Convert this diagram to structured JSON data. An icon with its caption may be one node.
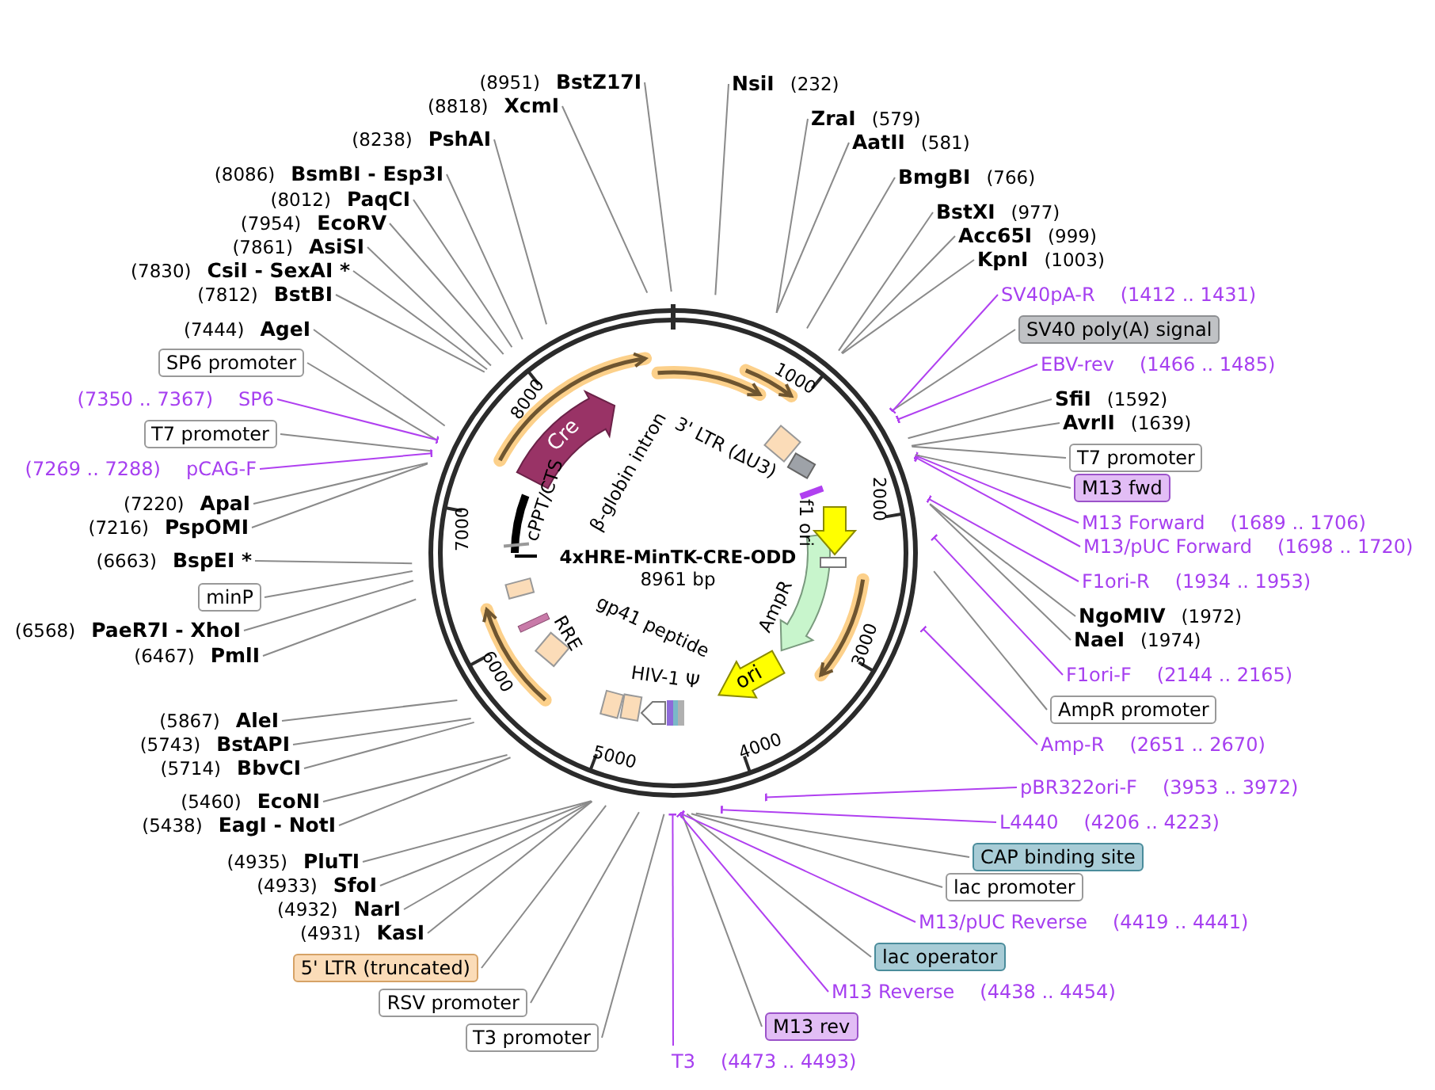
{
  "diagram": {
    "title": "4xHRE-MinTK-CRE-ODD",
    "nodes": [
      {
        "text": [
          "(8951)",
          "BstZ17I"
        ]
      },
      {
        "text": [
          "(8818)",
          "XcmI"
        ]
      },
      {
        "text": [
          "(8238)",
          "PshAI"
        ]
      },
      {
        "text": [
          "(8086)",
          "BsmBI - Esp3I"
        ]
      },
      {
        "text": [
          "(8012)",
          "PaqCI"
        ]
      },
      {
        "text": [
          "(7954)",
          "EcoRV"
        ]
      },
      {
        "text": [
          "(7861)",
          "AsiSI"
        ]
      },
      {
        "text": [
          "(7830)",
          "CsiI - SexAI *"
        ]
      },
      {
        "text": [
          "(7812)",
          "BstBI"
        ]
      },
      {
        "text": [
          "(7444)",
          "AgeI"
        ]
      },
      {
        "text": [
          "SP6 promoter"
        ]
      },
      {
        "text": [
          "(7350 .. 7367)",
          "SP6"
        ]
      },
      {
        "text": [
          "T7 promoter"
        ]
      },
      {
        "text": [
          "(7269 .. 7288)",
          "pCAG-F"
        ]
      },
      {
        "text": [
          "(7220)",
          "ApaI"
        ]
      },
      {
        "text": [
          "(7216)",
          "PspOMI"
        ]
      },
      {
        "text": [
          "(6663)",
          "BspEI *"
        ]
      },
      {
        "text": [
          "minP"
        ]
      },
      {
        "text": [
          "(6568)",
          "PaeR7I - XhoI"
        ]
      },
      {
        "text": [
          "(6467)",
          "PmlI"
        ]
      },
      {
        "text": [
          "(5867)",
          "AleI"
        ]
      },
      {
        "text": [
          "(5743)",
          "BstAPI"
        ]
      },
      {
        "text": [
          "(5714)",
          "BbvCI"
        ]
      },
      {
        "text": [
          "(5460)",
          "EcoNI"
        ]
      },
      {
        "text": [
          "(5438)",
          "EagI - NotI"
        ]
      },
      {
        "text": [
          "(4935)",
          "PluTI"
        ]
      },
      {
        "text": [
          "(4933)",
          "SfoI"
        ]
      },
      {
        "text": [
          "(4932)",
          "NarI"
        ]
      },
      {
        "text": [
          "(4931)",
          "KasI"
        ]
      },
      {
        "text": [
          "5' LTR (truncated)"
        ]
      },
      {
        "text": [
          "RSV promoter"
        ]
      },
      {
        "text": [
          "T3 promoter"
        ]
      },
      {
        "text": [
          "T3",
          "(4473 .. 4493)"
        ]
      },
      {
        "text": [
          "M13 rev"
        ]
      },
      {
        "text": [
          "M13 Reverse",
          "(4438 .. 4454)"
        ]
      },
      {
        "text": [
          "lac operator"
        ]
      },
      {
        "text": [
          "M13/pUC Reverse",
          "(4419 .. 4441)"
        ]
      },
      {
        "text": [
          "lac promoter"
        ]
      },
      {
        "text": [
          "CAP binding site"
        ]
      },
      {
        "text": [
          "L4440",
          "(4206 .. 4223)"
        ]
      },
      {
        "text": [
          "pBR322ori-F",
          "(3953 .. 3972)"
        ]
      },
      {
        "text": [
          "Amp-R",
          "(2651 .. 2670)"
        ]
      },
      {
        "text": [
          "AmpR promoter"
        ]
      },
      {
        "text": [
          "F1ori-F",
          "(2144 .. 2165)"
        ]
      },
      {
        "text": [
          "NaeI",
          "(1974)"
        ]
      },
      {
        "text": [
          "NgoMIV",
          "(1972)"
        ]
      },
      {
        "text": [
          "F1ori-R",
          "(1934 .. 1953)"
        ]
      },
      {
        "text": [
          "M13/pUC Forward",
          "(1698 .. 1720)"
        ]
      },
      {
        "text": [
          "M13 Forward",
          "(1689 .. 1706)"
        ]
      },
      {
        "text": [
          "M13 fwd"
        ]
      },
      {
        "text": [
          "T7 promoter"
        ]
      },
      {
        "text": [
          "AvrII",
          "(1639)"
        ]
      },
      {
        "text": [
          "SfiI",
          "(1592)"
        ]
      },
      {
        "text": [
          "EBV-rev",
          "(1466 .. 1485)"
        ]
      },
      {
        "text": [
          "SV40 poly(A) signal"
        ]
      },
      {
        "text": [
          "SV40pA-R",
          "(1412 .. 1431)"
        ]
      },
      {
        "text": [
          "KpnI",
          "(1003)"
        ]
      },
      {
        "text": [
          "Acc65I",
          "(999)"
        ]
      },
      {
        "text": [
          "BstXI",
          "(977)"
        ]
      },
      {
        "text": [
          "BmgBI",
          "(766)"
        ]
      },
      {
        "text": [
          "AatII",
          "(581)"
        ]
      },
      {
        "text": [
          "ZraI",
          "(579)"
        ]
      },
      {
        "text": [
          "NsiI",
          "(232)"
        ]
      },
      {
        "text": [
          "Cre"
        ]
      },
      {
        "text": [
          "ori"
        ]
      }
    ],
    "edges": [
      {
        "from": 0,
        "to": null,
        "arrow": "none"
      },
      {
        "from": 1,
        "to": null,
        "arrow": "none"
      },
      {
        "from": 2,
        "to": null,
        "arrow": "none"
      },
      {
        "from": 3,
        "to": null,
        "arrow": "none"
      },
      {
        "from": 4,
        "to": null,
        "arrow": "none"
      },
      {
        "from": 5,
        "to": null,
        "arrow": "none"
      },
      {
        "from": 6,
        "to": null,
        "arrow": "none"
      },
      {
        "from": 7,
        "to": null,
        "arrow": "none"
      },
      {
        "from": 8,
        "to": null,
        "arrow": "none"
      },
      {
        "from": 9,
        "to": null,
        "arrow": "none"
      },
      {
        "from": 10,
        "to": null,
        "arrow": "none"
      },
      {
        "from": 11,
        "to": null,
        "arrow": "other",
        "color": "#b040f0"
      },
      {
        "from": 12,
        "to": null,
        "arrow": "none"
      },
      {
        "from": 13,
        "to": null,
        "arrow": "other",
        "color": "#b040f0"
      },
      {
        "from": 14,
        "to": null,
        "arrow": "none"
      },
      {
        "from": 15,
        "to": null,
        "arrow": "none"
      },
      {
        "from": 16,
        "to": null,
        "arrow": "none"
      },
      {
        "from": 17,
        "to": null,
        "arrow": "none"
      },
      {
        "from": 18,
        "to": null,
        "arrow": "none"
      },
      {
        "from": 19,
        "to": null,
        "arrow": "none"
      },
      {
        "from": 20,
        "to": null,
        "arrow": "none"
      },
      {
        "from": 21,
        "to": null,
        "arrow": "none"
      },
      {
        "from": 22,
        "to": null,
        "arrow": "none"
      },
      {
        "from": 23,
        "to": null,
        "arrow": "none"
      },
      {
        "from": 24,
        "to": null,
        "arrow": "none"
      },
      {
        "from": 25,
        "to": null,
        "arrow": "none"
      },
      {
        "from": 26,
        "to": null,
        "arrow": "none"
      },
      {
        "from": 27,
        "to": null,
        "arrow": "none"
      },
      {
        "from": 28,
        "to": null,
        "arrow": "none"
      },
      {
        "from": 29,
        "to": null,
        "arrow": "none"
      },
      {
        "from": 30,
        "to": null,
        "arrow": "none"
      },
      {
        "from": 31,
        "to": null,
        "arrow": "none"
      },
      {
        "from": 32,
        "to": null,
        "arrow": "other",
        "color": "#b040f0"
      },
      {
        "from": 33,
        "to": null,
        "arrow": "none"
      },
      {
        "from": 34,
        "to": null,
        "arrow": "other",
        "color": "#b040f0"
      },
      {
        "from": 35,
        "to": null,
        "arrow": "none"
      },
      {
        "from": 36,
        "to": null,
        "arrow": "other",
        "color": "#b040f0"
      },
      {
        "from": 37,
        "to": null,
        "arrow": "none"
      },
      {
        "from": 38,
        "to": null,
        "arrow": "none"
      },
      {
        "from": 39,
        "to": null,
        "arrow": "other",
        "color": "#b040f0"
      },
      {
        "from": 40,
        "to": null,
        "arrow": "other",
        "color": "#b040f0"
      },
      {
        "from": 41,
        "to": null,
        "arrow": "other",
        "color": "#b040f0"
      },
      {
        "from": 42,
        "to": null,
        "arrow": "none"
      },
      {
        "from": 43,
        "to": null,
        "arrow": "other",
        "color": "#b040f0"
      },
      {
        "from": 44,
        "to": null,
        "arrow": "none"
      },
      {
        "from": 45,
        "to": null,
        "arrow": "none"
      },
      {
        "from": 46,
        "to": null,
        "arrow": "other",
        "color": "#b040f0"
      },
      {
        "from": 47,
        "to": null,
        "arrow": "other",
        "color": "#b040f0"
      },
      {
        "from": 48,
        "to": null,
        "arrow": "other",
        "color": "#b040f0"
      },
      {
        "from": 49,
        "to": null,
        "arrow": "none"
      },
      {
        "from": 50,
        "to": null,
        "arrow": "none"
      },
      {
        "from": 51,
        "to": null,
        "arrow": "none"
      },
      {
        "from": 52,
        "to": null,
        "arrow": "none"
      },
      {
        "from": 53,
        "to": null,
        "arrow": "other",
        "color": "#b040f0"
      },
      {
        "from": 54,
        "to": null,
        "arrow": "none"
      },
      {
        "from": 55,
        "to": null,
        "arrow": "other",
        "color": "#b040f0"
      },
      {
        "from": 56,
        "to": null,
        "arrow": "none"
      },
      {
        "from": 57,
        "to": null,
        "arrow": "none"
      },
      {
        "from": 58,
        "to": null,
        "arrow": "none"
      },
      {
        "from": 59,
        "to": null,
        "arrow": "none"
      },
      {
        "from": 60,
        "to": null,
        "arrow": "none"
      },
      {
        "from": 61,
        "to": null,
        "arrow": "none"
      },
      {
        "from": 62,
        "to": null,
        "arrow": "none"
      }
    ],
    "labels": [
      "8961 bp",
      "1000",
      "2000",
      "3000",
      "4000",
      "5000",
      "6000",
      "7000",
      "8000",
      "3' LTR (ΔU3)",
      "f1 ori",
      "AmpR",
      "β-globin intron",
      "cPPT/CTS",
      "gp41 peptide",
      "RRE",
      "HIV-1 Ψ"
    ]
  }
}
